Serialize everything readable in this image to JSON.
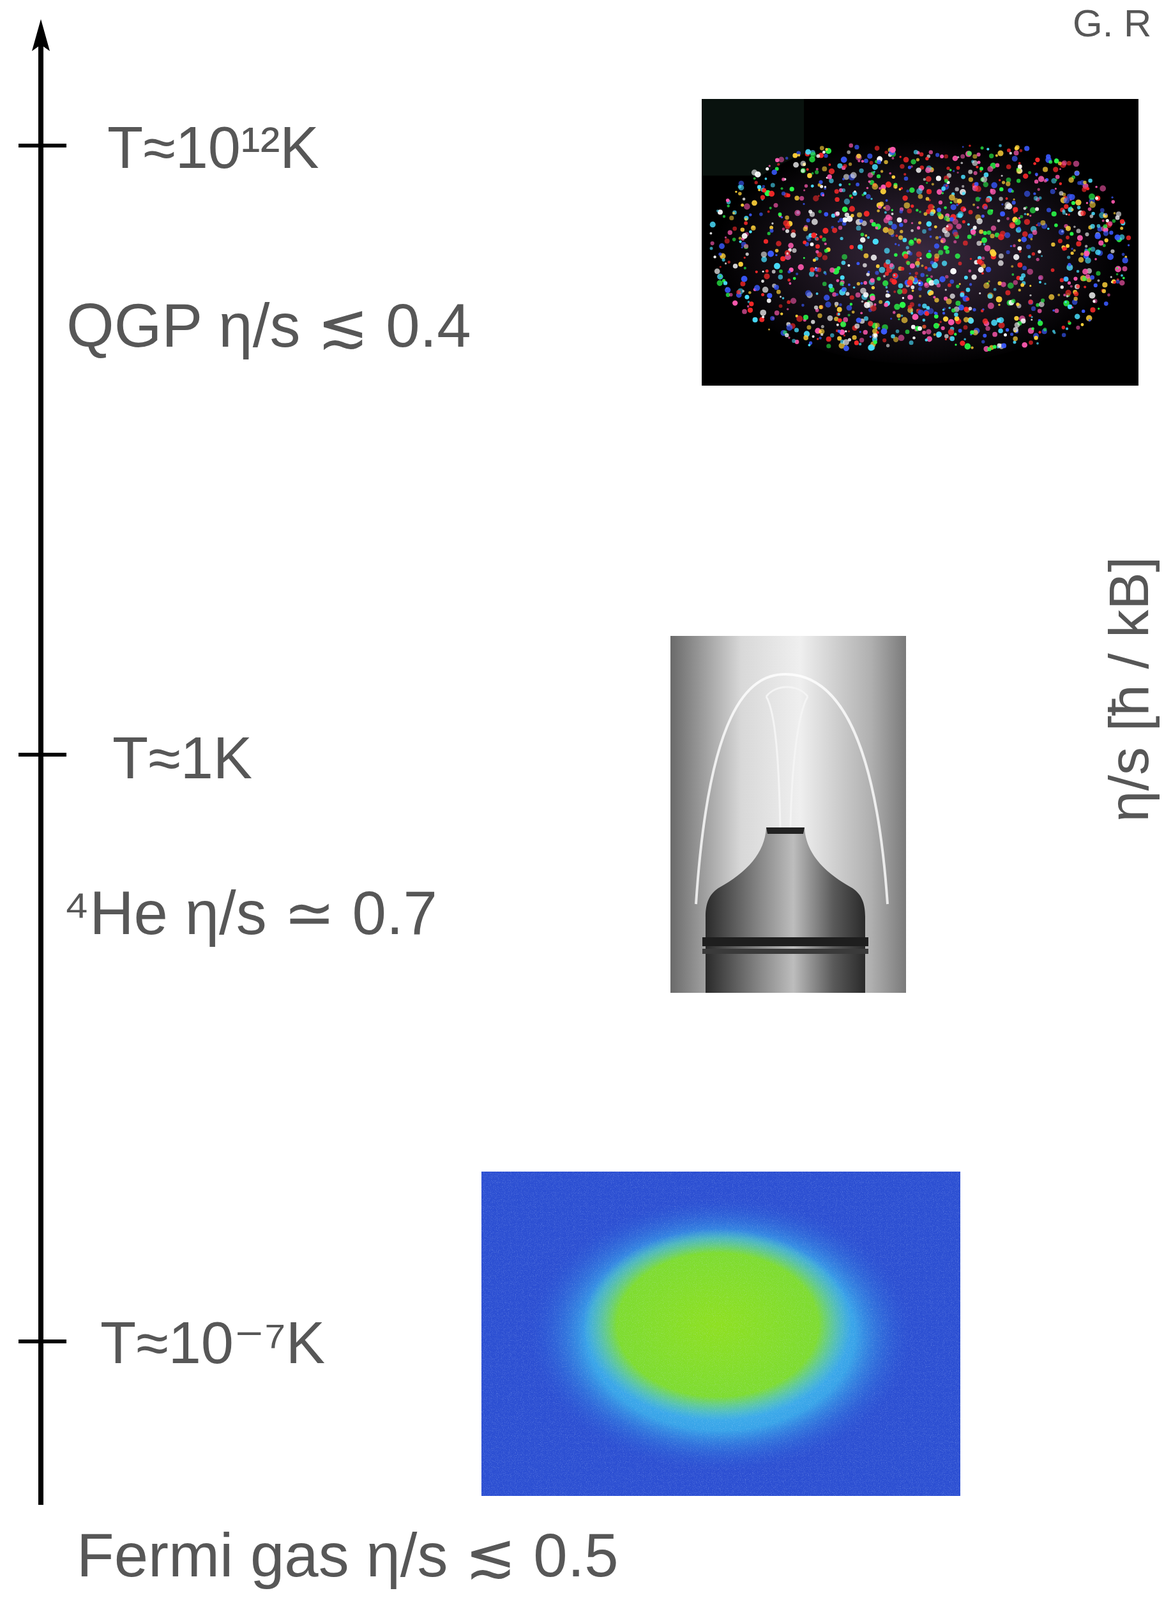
{
  "diagram": {
    "labels": [
      "G. R",
      "T≈10¹²K",
      "QGP η/s ≲ 0.4",
      "η/s [ħ / kB]",
      "T≈1K",
      "⁴He η/s ≃ 0.7",
      "T≈10⁻⁷K",
      "Fermi gas η/s ≲ 0.5"
    ]
  }
}
